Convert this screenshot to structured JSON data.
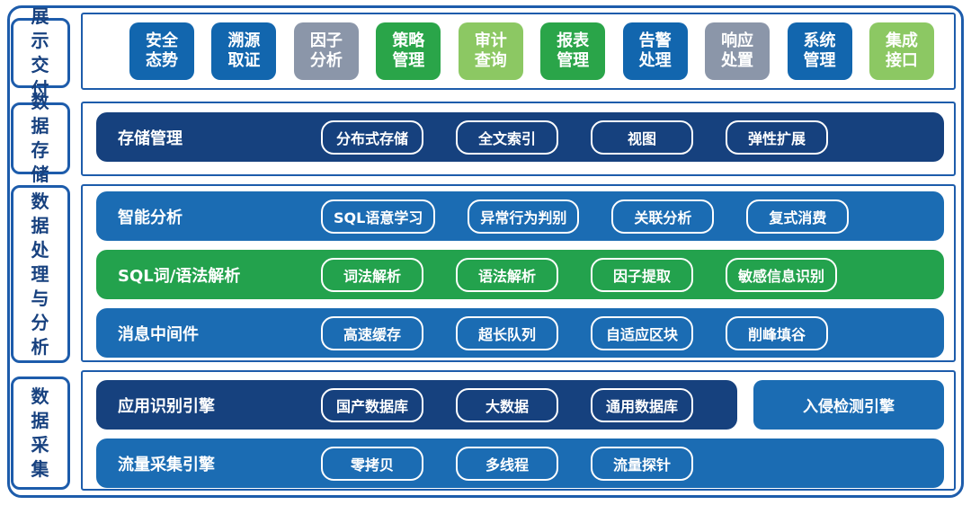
{
  "palette": {
    "frame_border": "#1d5cab",
    "label_text": "#17417f",
    "navy": "#16417e",
    "blue": "#1b6cb3",
    "green": "#23a24d",
    "tile_blue": "#1266ae",
    "tile_gray": "#8b96a9",
    "tile_green": "#2aa549",
    "tile_lightgreen": "#8cc863",
    "pill_border": "#ffffff",
    "text_on_color": "#ffffff"
  },
  "sections": [
    {
      "id": "display",
      "label": "展示交付",
      "tiles": [
        {
          "text": "安全态势",
          "color": "tile_blue"
        },
        {
          "text": "溯源取证",
          "color": "tile_blue"
        },
        {
          "text": "因子分析",
          "color": "tile_gray"
        },
        {
          "text": "策略管理",
          "color": "tile_green"
        },
        {
          "text": "审计查询",
          "color": "tile_lightgreen"
        },
        {
          "text": "报表管理",
          "color": "tile_green"
        },
        {
          "text": "告警处理",
          "color": "tile_blue"
        },
        {
          "text": "响应处置",
          "color": "tile_gray"
        },
        {
          "text": "系统管理",
          "color": "tile_blue"
        },
        {
          "text": "集成接口",
          "color": "tile_lightgreen"
        }
      ]
    },
    {
      "id": "storage",
      "label": "数据存储",
      "rows": [
        {
          "title": "存储管理",
          "color": "navy",
          "pills": [
            "分布式存储",
            "全文索引",
            "视图",
            "弹性扩展"
          ]
        }
      ]
    },
    {
      "id": "processing",
      "label": "数据处理与分析",
      "rows": [
        {
          "title": "智能分析",
          "color": "blue",
          "pills": [
            "SQL语意学习",
            "异常行为判别",
            "关联分析",
            "复式消费"
          ]
        },
        {
          "title": "SQL词/语法解析",
          "color": "green",
          "pills": [
            "词法解析",
            "语法解析",
            "因子提取",
            "敏感信息识别"
          ]
        },
        {
          "title": "消息中间件",
          "color": "blue",
          "pills": [
            "高速缓存",
            "超长队列",
            "自适应区块",
            "削峰填谷"
          ]
        }
      ]
    },
    {
      "id": "collection",
      "label": "数据采集",
      "rows": [
        {
          "title": "应用识别引擎",
          "color": "navy",
          "short": true,
          "pills": [
            "国产数据库",
            "大数据",
            "通用数据库"
          ],
          "side_box": {
            "text": "入侵检测引擎",
            "color": "blue"
          }
        },
        {
          "title": "流量采集引擎",
          "color": "blue",
          "pills": [
            "零拷贝",
            "多线程",
            "流量探针"
          ]
        }
      ]
    }
  ]
}
